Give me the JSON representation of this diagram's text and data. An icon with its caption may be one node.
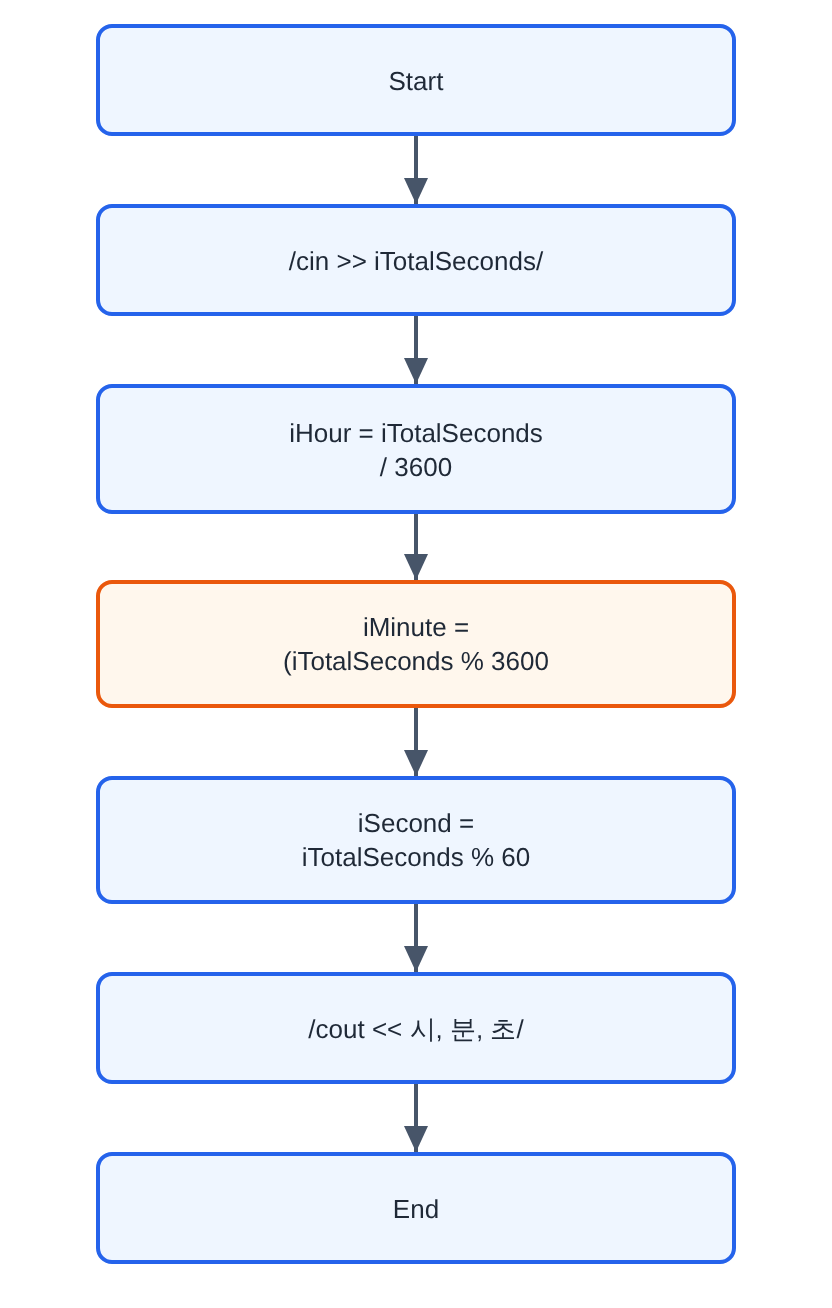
{
  "diagram": {
    "nodes": [
      {
        "text": [
          "Start"
        ]
      },
      {
        "text": [
          "/cin >> iTotalSeconds/"
        ]
      },
      {
        "text": [
          "iHour = iTotalSeconds / 3600"
        ]
      },
      {
        "text": [
          "iMinute = (iTotalSeconds % 3600"
        ]
      },
      {
        "text": [
          "iSecond = iTotalSeconds % 60"
        ]
      },
      {
        "text": [
          "/cout << 시, 분, 초/"
        ]
      },
      {
        "text": [
          "End"
        ]
      }
    ],
    "edges": [
      {
        "from": 0,
        "to": 1,
        "arrow": "to"
      },
      {
        "from": 1,
        "to": 2,
        "arrow": "to"
      },
      {
        "from": 2,
        "to": 3,
        "arrow": "to"
      },
      {
        "from": 3,
        "to": 4,
        "arrow": "to"
      },
      {
        "from": 4,
        "to": 5,
        "arrow": "to"
      },
      {
        "from": 5,
        "to": 6,
        "arrow": "to"
      }
    ]
  }
}
